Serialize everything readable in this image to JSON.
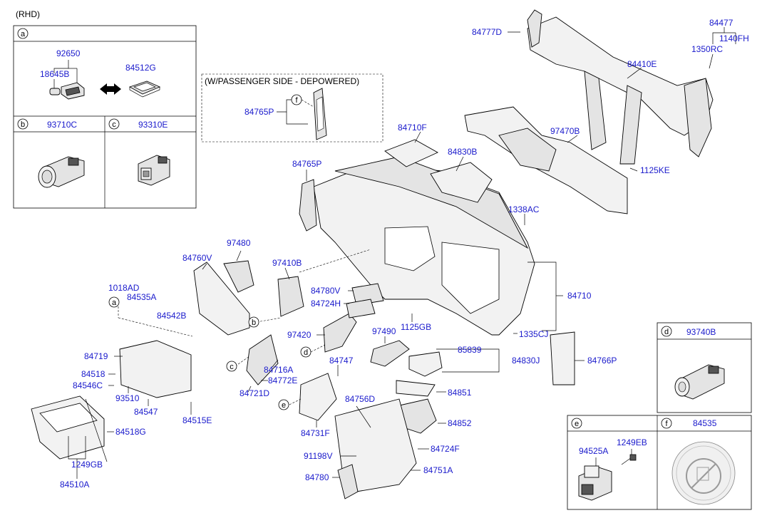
{
  "header": {
    "rhd": "(RHD)"
  },
  "legend": {
    "a": {
      "letter": "a",
      "parts": [
        "92650",
        "18645B",
        "84512G"
      ]
    },
    "b": {
      "letter": "b",
      "part": "93710C"
    },
    "c": {
      "letter": "c",
      "part": "93310E"
    },
    "d": {
      "letter": "d",
      "part": "93740B"
    },
    "e": {
      "letter": "e",
      "parts": [
        "94525A",
        "1249EB"
      ]
    },
    "f": {
      "letter": "f",
      "part": "84535"
    }
  },
  "note": {
    "title": "(W/PASSENGER SIDE - DEPOWERED)",
    "part": "84765P",
    "letter": "f"
  },
  "callouts": [
    "84777D",
    "84477",
    "1140FH",
    "1350RC",
    "84410E",
    "97470B",
    "1125KE",
    "84710F",
    "84830B",
    "84765P",
    "1338AC",
    "97480",
    "84760V",
    "97410B",
    "1018AD",
    "84535A",
    "84542B",
    "84780V",
    "84724H",
    "84710",
    "1125GB",
    "1335CJ",
    "97420",
    "97490",
    "85839",
    "84830J",
    "84766P",
    "84719",
    "84716A",
    "84747",
    "84518",
    "84546C",
    "84772E",
    "93510",
    "84721D",
    "84756D",
    "84851",
    "84547",
    "84515E",
    "84852",
    "84731F",
    "84518G",
    "84724F",
    "91198V",
    "1249GB",
    "84751A",
    "84780",
    "84510A"
  ],
  "letters": [
    "a",
    "b",
    "c",
    "d",
    "e"
  ]
}
